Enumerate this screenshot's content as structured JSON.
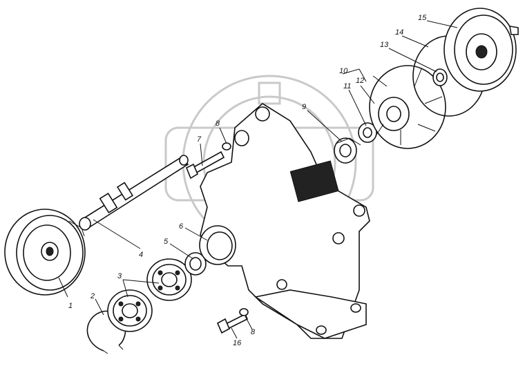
{
  "callouts": {
    "c1": "1",
    "c2": "2",
    "c3": "3",
    "c4": "4",
    "c5": "5",
    "c6": "6",
    "c7": "7",
    "c8a": "8",
    "c8b": "8",
    "c9": "9",
    "c10": "10",
    "c11": "11",
    "c12": "12",
    "c13": "13",
    "c14": "14",
    "c15": "15",
    "c16": "16"
  }
}
